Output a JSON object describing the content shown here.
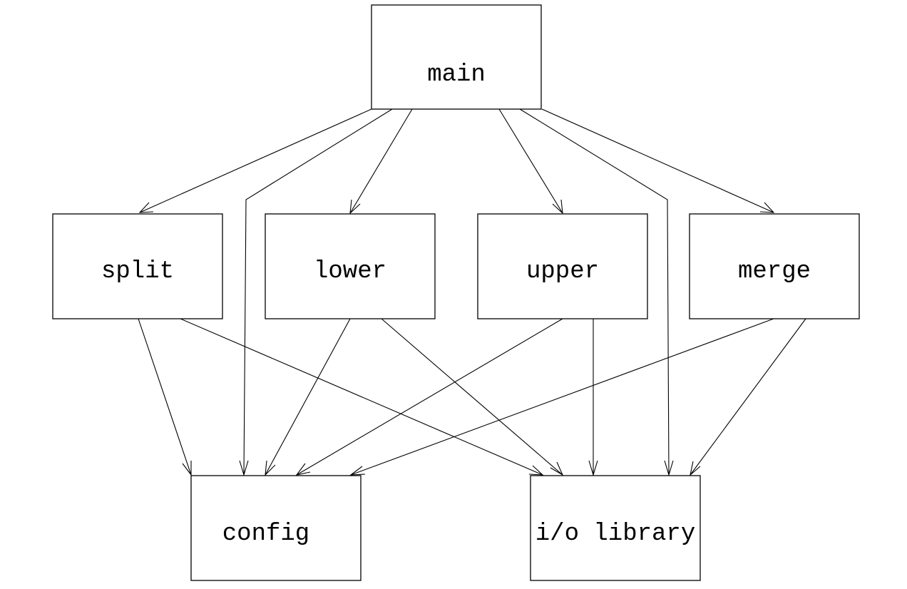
{
  "nodes": {
    "main": {
      "label": "main"
    },
    "split": {
      "label": "split"
    },
    "lower": {
      "label": "lower"
    },
    "upper": {
      "label": "upper"
    },
    "merge": {
      "label": "merge"
    },
    "config": {
      "label": "config"
    },
    "io_library": {
      "label": "i/o library"
    }
  },
  "edges": [
    {
      "from": "main",
      "to": "split"
    },
    {
      "from": "main",
      "to": "config"
    },
    {
      "from": "main",
      "to": "lower"
    },
    {
      "from": "main",
      "to": "upper"
    },
    {
      "from": "main",
      "to": "io_library"
    },
    {
      "from": "main",
      "to": "merge"
    },
    {
      "from": "split",
      "to": "config"
    },
    {
      "from": "split",
      "to": "io_library"
    },
    {
      "from": "lower",
      "to": "config"
    },
    {
      "from": "lower",
      "to": "io_library"
    },
    {
      "from": "upper",
      "to": "config"
    },
    {
      "from": "upper",
      "to": "io_library"
    },
    {
      "from": "merge",
      "to": "config"
    },
    {
      "from": "merge",
      "to": "io_library"
    }
  ]
}
